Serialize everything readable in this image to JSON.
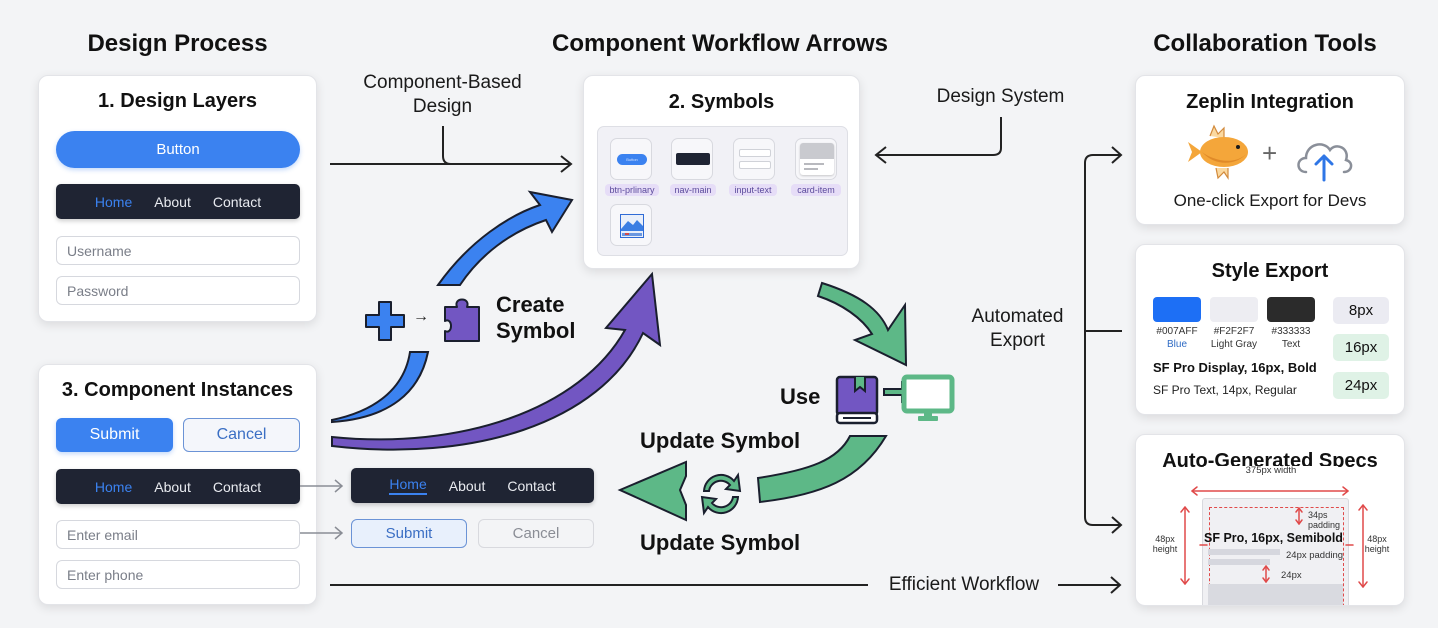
{
  "sections": {
    "design_process": "Design Process",
    "component_workflow": "Component Workflow Arrows",
    "collaboration_tools": "Collaboration Tools"
  },
  "design_layers": {
    "title": "1. Design Layers",
    "button_label": "Button",
    "nav": [
      "Home",
      "About",
      "Contact"
    ],
    "nav_active": "Home",
    "inputs": [
      {
        "placeholder": "Username"
      },
      {
        "placeholder": "Password"
      }
    ]
  },
  "component_instances": {
    "title": "3. Component Instances",
    "submit_label": "Submit",
    "cancel_label": "Cancel",
    "nav": [
      "Home",
      "About",
      "Contact"
    ],
    "nav_active": "Home",
    "inputs": [
      {
        "placeholder": "Enter email"
      },
      {
        "placeholder": "Enter phone"
      }
    ]
  },
  "instance_previews": {
    "nav": [
      "Home",
      "About",
      "Contact"
    ],
    "nav_active": "Home",
    "submit_label": "Submit",
    "cancel_label": "Cancel"
  },
  "symbols": {
    "title": "2. Symbols",
    "items": [
      {
        "tag": "btn-prlinary",
        "icon": "button-thumbnail-icon",
        "mini_label": "Button"
      },
      {
        "tag": "nav-main",
        "icon": "navbar-thumbnail-icon"
      },
      {
        "tag": "input-text",
        "icon": "input-thumbnail-icon"
      },
      {
        "tag": "card-item",
        "icon": "card-thumbnail-icon"
      },
      {
        "tag": "",
        "icon": "image-thumbnail-icon"
      }
    ]
  },
  "workflow_labels": {
    "component_based_design": "Component-Based Design",
    "design_system": "Design System",
    "create_symbol": "Create Symbol",
    "use": "Use",
    "update_symbol_top": "Update Symbol",
    "update_symbol_bottom": "Update Symbol",
    "automated_export": "Automated Export",
    "efficient_workflow": "Efficient Workflow"
  },
  "zeplin": {
    "title": "Zeplin Integration",
    "plus": "+",
    "caption": "One-click Export for Devs"
  },
  "style_export": {
    "title": "Style Export",
    "colors": [
      {
        "hex": "#007AFF",
        "name": "Blue",
        "swatch": "#1d6ff5"
      },
      {
        "hex": "#F2F2F7",
        "name": "Light Gray",
        "swatch": "#ededf2"
      },
      {
        "hex": "#333333",
        "name": "Text",
        "swatch": "#2b2b2b"
      }
    ],
    "font_bold": "SF Pro Display, 16px, Bold",
    "font_regular": "SF Pro Text, 14px, Regular",
    "spacing": [
      "8px",
      "16px",
      "24px"
    ]
  },
  "specs": {
    "title": "Auto-Generated Specs",
    "width_label": "375px width",
    "left_height": "48px height",
    "right_height": "48px height",
    "top_padding": "34ps padding",
    "font_label": "SF Pro, 16px, Semibold",
    "side_padding": "24px padding",
    "gap_label": "24px"
  },
  "colors": {
    "blue": "#3b82f0",
    "purple": "#7256c2",
    "green": "#5db887",
    "navy": "#1f2433",
    "spec_red": "#e04a4a"
  }
}
